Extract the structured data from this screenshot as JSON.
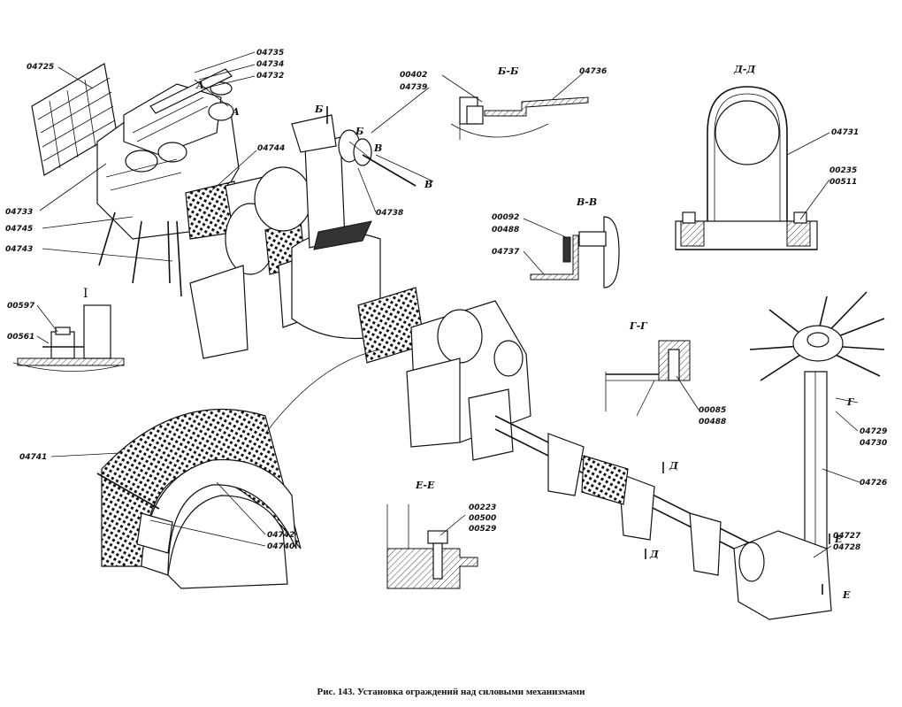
{
  "caption": "Рис. 143. Установка ограждений над силовыми механизмами",
  "sections": {
    "bb": "Б-Б",
    "dd": "Д-Д",
    "vv": "В-В",
    "gg": "Г-Г",
    "ee": "Е-Е",
    "detail_1": "I"
  },
  "callouts": {
    "c04725": "04725",
    "c04735": "04735",
    "c04734": "04734",
    "c04732": "04732",
    "c00402": "00402",
    "c04739": "04739",
    "c04736": "04736",
    "c04731": "04731",
    "c00235": "00235",
    "c00511": "00511",
    "c04744": "04744",
    "c04738": "04738",
    "c04733": "04733",
    "c04745": "04745",
    "c04743": "04743",
    "c00092": "00092",
    "c00488a": "00488",
    "c04737": "04737",
    "c00597": "00597",
    "c00561": "00561",
    "c00085": "00085",
    "c00488b": "00488",
    "c04729": "04729",
    "c04730": "04730",
    "c04741": "04741",
    "c04726": "04726",
    "c00223": "00223",
    "c00500": "00500",
    "c00529": "00529",
    "c04742": "04742",
    "c04740": "04740",
    "c04727": "04727",
    "c04728": "04728"
  },
  "cut_marks": {
    "a1": "А",
    "a2": "А",
    "b1": "Б",
    "b2": "Б",
    "v1": "В",
    "v2": "В",
    "g1": "Г",
    "d1": "Д",
    "d2": "Д",
    "e1": "Е",
    "e2": "Е"
  }
}
